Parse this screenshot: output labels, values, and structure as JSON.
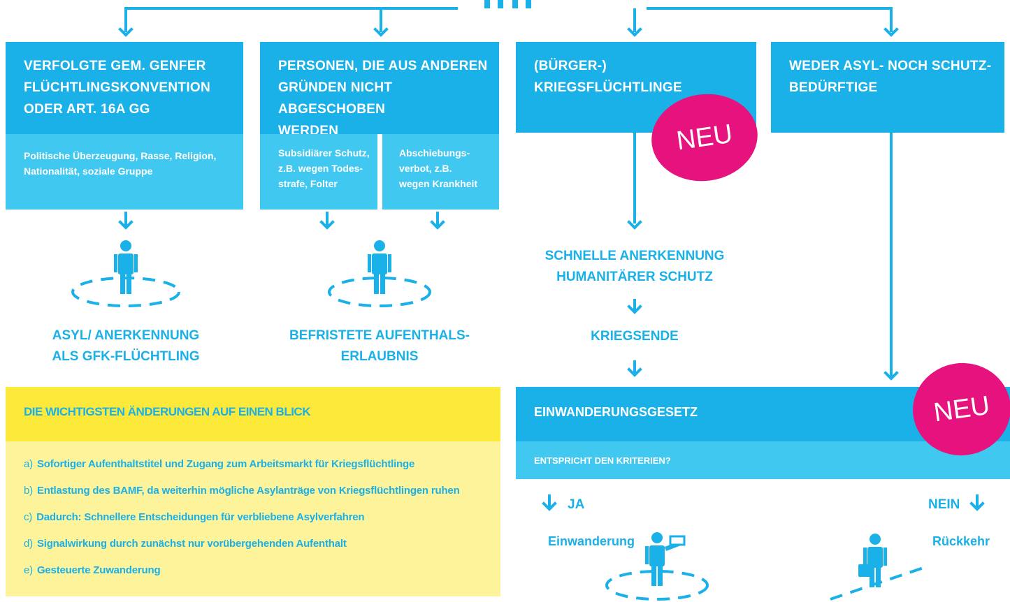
{
  "colors": {
    "blue": "#1ab0e8",
    "light_blue": "#41c8f0",
    "magenta": "#e6137e",
    "yellow": "#fde93a",
    "light_yellow": "#fdf39a"
  },
  "columns": [
    {
      "title": "VERFOLGTE GEM. GENFER\nFLÜCHTLINGSKONVENTION\nODER ART. 16A GG",
      "detail": "Politische Überzeugung, Rasse, Religion,\nNationalität, soziale Gruppe"
    },
    {
      "title": "PERSONEN, DIE AUS ANDEREN\nGRÜNDEN NICHT ABGESCHOBEN\nWERDEN",
      "detail_left": "Subsidiärer Schutz,\nz.B. wegen Todes-\nstrafe, Folter",
      "detail_right": "Abschiebungs-\nverbot, z.B.\nwegen Krankheit"
    },
    {
      "title": "(BÜRGER-) KRIEGSFLÜCHTLINGE"
    },
    {
      "title": "WEDER ASYL- NOCH SCHUTZ-\nBEDÜRFTIGE"
    }
  ],
  "badge": "NEU",
  "outcomes": {
    "asyl": "ASYL/ ANERKENNUNG\nALS GFK-FLÜCHTLING",
    "befristet": "BEFRISTETE AUFENTHALS-\nERLAUBNIS",
    "schnell": "SCHNELLE ANERKENNUNG\nHUMANITÄRER SCHUTZ",
    "kriegsende": "KRIEGSENDE"
  },
  "einwanderung": {
    "title": "EINWANDERUNGSGESETZ",
    "question": "ENTSPRICHT DEN KRITERIEN?",
    "yes": "JA",
    "no": "NEIN",
    "yes_result": "Einwanderung",
    "no_result": "Rückkehr"
  },
  "summary": {
    "heading": "DIE WICHTIGSTEN ÄNDERUNGEN AUF EINEN BLICK",
    "items": [
      {
        "prefix": "a)",
        "text": "Sofortiger Aufenthaltstitel und Zugang zum Arbeitsmarkt für Kriegsflüchtlinge"
      },
      {
        "prefix": "b)",
        "text": "Entlastung des BAMF, da weiterhin mögliche Asylanträge von Kriegsflüchtlingen ruhen"
      },
      {
        "prefix": "c)",
        "text": "Dadurch: Schnellere Entscheidungen für verbliebene Asylverfahren"
      },
      {
        "prefix": "d)",
        "text": "Signalwirkung durch zunächst nur vorübergehenden Aufenthalt"
      },
      {
        "prefix": "e)",
        "text": "Gesteuerte Zuwanderung"
      }
    ]
  }
}
